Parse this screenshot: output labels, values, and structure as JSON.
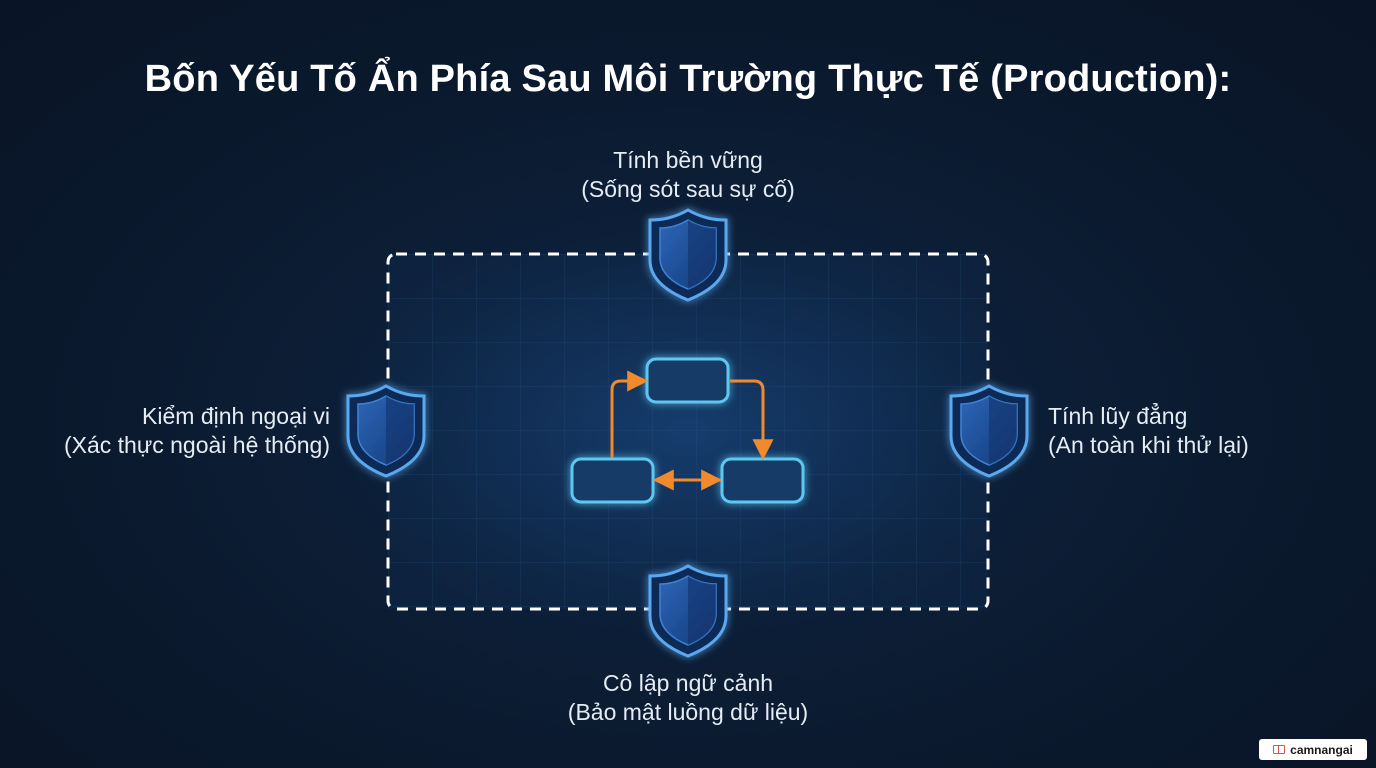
{
  "title": "Bốn Yếu Tố Ẩn Phía Sau Môi Trường Thực Tế (Production):",
  "factors": {
    "top": {
      "line1": "Tính bền vững",
      "line2": "(Sống sót sau sự cố)",
      "icon": "shield-icon"
    },
    "right": {
      "line1": "Tính lũy đẳng",
      "line2": "(An toàn khi thử lại)",
      "icon": "shield-icon"
    },
    "bottom": {
      "line1": "Cô lập ngữ cảnh",
      "line2": "(Bảo mật luồng dữ liệu)",
      "icon": "shield-icon"
    },
    "left": {
      "line1": "Kiểm định ngoại vi",
      "line2": "(Xác thực ngoài hệ thống)",
      "icon": "shield-icon"
    }
  },
  "colors": {
    "background": "#0b1a2f",
    "node_border": "#5cc8f2",
    "arrow": "#f08a2c",
    "shield": "#1d4f9a",
    "boundary": "#ffffff"
  },
  "watermark": "camnangai"
}
